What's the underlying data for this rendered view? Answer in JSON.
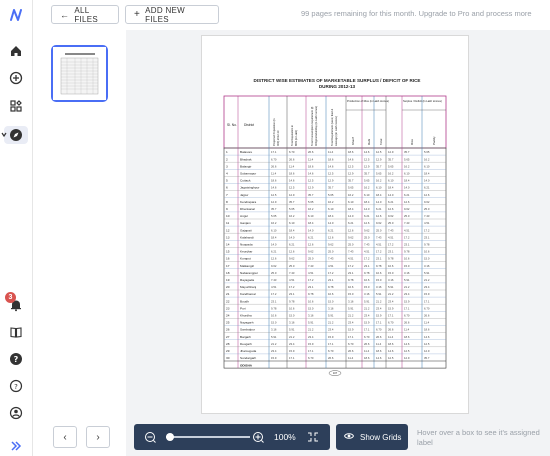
{
  "toolbar": {
    "all_files_label": "ALL FILES",
    "add_new_files_label": "ADD NEW FILES",
    "message": "99 pages remaining for this month. Upgrade to Pro and process more"
  },
  "notifications": {
    "count": "3"
  },
  "document": {
    "title_line1": "DISTRICT WISE ESTIMATES OF MARKETABLE SURPLUS / DEFICIT OF RICE",
    "title_line2": "DURING 2012-13",
    "page_number": "107",
    "headers": {
      "sl_no": "Sl. No.",
      "district": "District",
      "projected_population": "Projected Population (in 000) 2012-13",
      "total_equivalent": "Total Equivalent in 86% (in Lakh)",
      "requirement": "Total Consumption requirement @ 400gms/Adult/day (in Lakh tonnes)",
      "seed_feed": "Total Requirement (seed, feed & wastage) (in Lakh tonnes)",
      "production": "Production of Rice (in Lakh tonnes)",
      "kharif": "Kharif",
      "rabi": "Rabi",
      "total": "Total",
      "surplus_deficit": "Surplus / Deficit (in Lakh tonnes)",
      "rice": "Rice",
      "paddy": "Paddy"
    },
    "rows": [
      {
        "no": "1",
        "district": "Balasore"
      },
      {
        "no": "2",
        "district": "Bhadrak"
      },
      {
        "no": "3",
        "district": "Balangir"
      },
      {
        "no": "4",
        "district": "Subarnapur"
      },
      {
        "no": "5",
        "district": "Cuttack"
      },
      {
        "no": "6",
        "district": "Jagatsinghpur"
      },
      {
        "no": "7",
        "district": "Jajpur"
      },
      {
        "no": "8",
        "district": "Kendrapara"
      },
      {
        "no": "9",
        "district": "Dhenkanal"
      },
      {
        "no": "10",
        "district": "Angul"
      },
      {
        "no": "11",
        "district": "Ganjam"
      },
      {
        "no": "12",
        "district": "Gajapati"
      },
      {
        "no": "13",
        "district": "Kalahandi"
      },
      {
        "no": "14",
        "district": "Nuapada"
      },
      {
        "no": "15",
        "district": "Keonjhar"
      },
      {
        "no": "16",
        "district": "Koraput"
      },
      {
        "no": "17",
        "district": "Malkangiri"
      },
      {
        "no": "18",
        "district": "Nabarangpur"
      },
      {
        "no": "19",
        "district": "Rayagada"
      },
      {
        "no": "20",
        "district": "Mayurbhanj"
      },
      {
        "no": "21",
        "district": "Kandhamal"
      },
      {
        "no": "22",
        "district": "Boudh"
      },
      {
        "no": "23",
        "district": "Puri"
      },
      {
        "no": "24",
        "district": "Khordha"
      },
      {
        "no": "25",
        "district": "Nayagarh"
      },
      {
        "no": "26",
        "district": "Sambalpur"
      },
      {
        "no": "27",
        "district": "Bargarh"
      },
      {
        "no": "28",
        "district": "Deogarh"
      },
      {
        "no": "29",
        "district": "Jharsuguda"
      },
      {
        "no": "30",
        "district": "Sundargarh"
      }
    ],
    "total_label": "ODISHA"
  },
  "zoom": {
    "level": "100%"
  },
  "grid": {
    "label": "Show Grids"
  },
  "hint": {
    "text": "Hover over a box to see it's assigned label"
  }
}
